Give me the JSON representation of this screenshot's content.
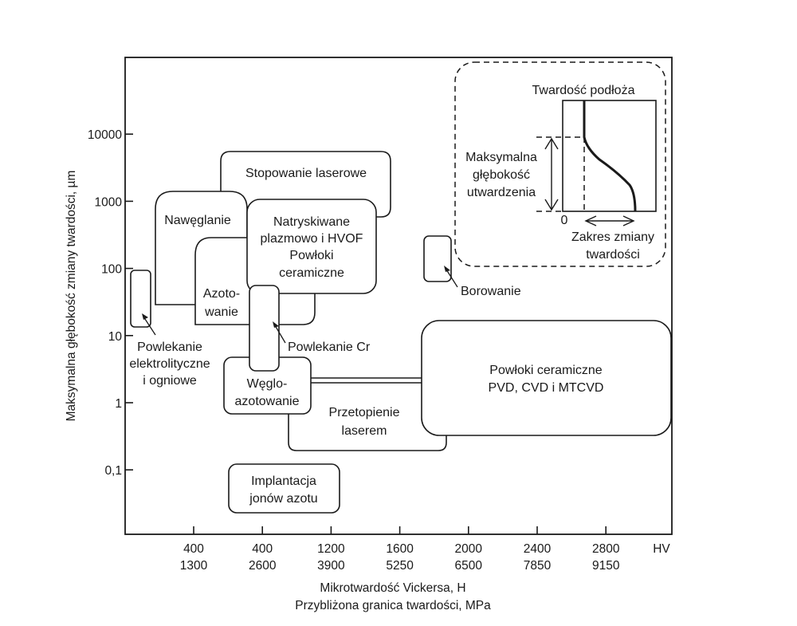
{
  "chart_data": {
    "type": "region-diagram",
    "title": "",
    "ylabel": "Maksymalna głębokość zmiany twardości, µm",
    "xlabel": [
      "Mikrotwardość Vickersa, H",
      "Przybliżona granica twardości, MPa"
    ],
    "y_scale": "log",
    "y_ticks": [
      {
        "value": 10000,
        "label": "10000"
      },
      {
        "value": 1000,
        "label": "1000"
      },
      {
        "value": 100,
        "label": "100"
      },
      {
        "value": 10,
        "label": "10"
      },
      {
        "value": 1,
        "label": "1"
      },
      {
        "value": 0.1,
        "label": "0,1"
      }
    ],
    "x_ticks": [
      {
        "hv": "400",
        "mpa": "1300"
      },
      {
        "hv": "400",
        "mpa": "2600"
      },
      {
        "hv": "1200",
        "mpa": "3900"
      },
      {
        "hv": "1600",
        "mpa": "5250"
      },
      {
        "hv": "2000",
        "mpa": "6500"
      },
      {
        "hv": "2400",
        "mpa": "7850"
      },
      {
        "hv": "2800",
        "mpa": "9150"
      }
    ],
    "x_unit_label": "HV",
    "regions": [
      {
        "name": "Stopowanie laserowe",
        "lines": [
          "Stopowanie laserowe"
        ],
        "depth_um": [
          600,
          4500
        ]
      },
      {
        "name": "Nawęglanie",
        "lines": [
          "Nawęglanie"
        ],
        "depth_um": [
          30,
          1400
        ]
      },
      {
        "name": "Natryskiwane plazmowo i HVOF Powłoki ceramiczne",
        "lines": [
          "Natryskiwane",
          "plazmowo i HVOF",
          "Powłoki",
          "ceramiczne"
        ],
        "depth_um": [
          45,
          1000
        ]
      },
      {
        "name": "Azotowanie",
        "lines": [
          "Azoto-",
          "wanie"
        ],
        "depth_um": [
          15,
          200
        ]
      },
      {
        "name": "Powlekanie Cr",
        "lines": [
          "Powlekanie Cr"
        ],
        "depth_um": [
          3,
          55
        ]
      },
      {
        "name": "Powlekanie elektrolityczne i ogniowe",
        "lines": [
          "Powlekanie",
          "elektrolityczne",
          "i ogniowe"
        ],
        "depth_um": [
          13,
          95
        ]
      },
      {
        "name": "Borowanie",
        "lines": [
          "Borowanie"
        ],
        "depth_um": [
          70,
          230
        ]
      },
      {
        "name": "Węgloazotowanie",
        "lines": [
          "Węglo-",
          "azotowanie"
        ],
        "depth_um": [
          0.8,
          3.5
        ]
      },
      {
        "name": "Przetopienie laserem",
        "lines": [
          "Przetopienie",
          "laserem"
        ],
        "depth_um": [
          0.2,
          2.3
        ]
      },
      {
        "name": "Powłoki ceramiczne PVD, CVD i MTCVD",
        "lines": [
          "Powłoki ceramiczne",
          "PVD, CVD i MTCVD"
        ],
        "depth_um": [
          0.35,
          17
        ]
      },
      {
        "name": "Implantacja jonów azotu",
        "lines": [
          "Implantacja",
          "jonów azotu"
        ],
        "depth_um": [
          0.04,
          0.12
        ]
      }
    ],
    "inset": {
      "title": "Twardość podłoża",
      "depth_label": [
        "Maksymalna",
        "głębokość",
        "utwardzenia"
      ],
      "zero_label": "0",
      "range_label": [
        "Zakres zmiany",
        "twardości"
      ]
    }
  }
}
